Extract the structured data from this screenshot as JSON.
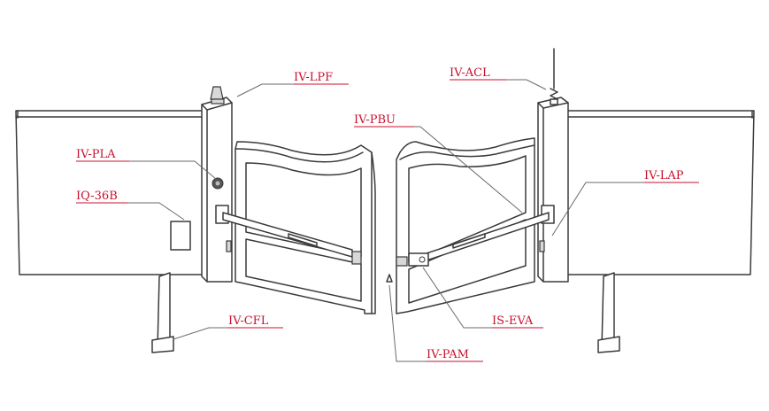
{
  "labels": {
    "lpf": "IV-LPF",
    "acl": "IV-ACL",
    "pbu": "IV-PBU",
    "pla": "IV-PLA",
    "q36b": "IQ-36B",
    "lap": "IV-LAP",
    "cfl": "IV-CFL",
    "eva": "IS-EVA",
    "pam": "IV-PAM"
  },
  "colors": {
    "label": "#c8102e",
    "line": "#3a3a3a",
    "background": "#ffffff"
  }
}
